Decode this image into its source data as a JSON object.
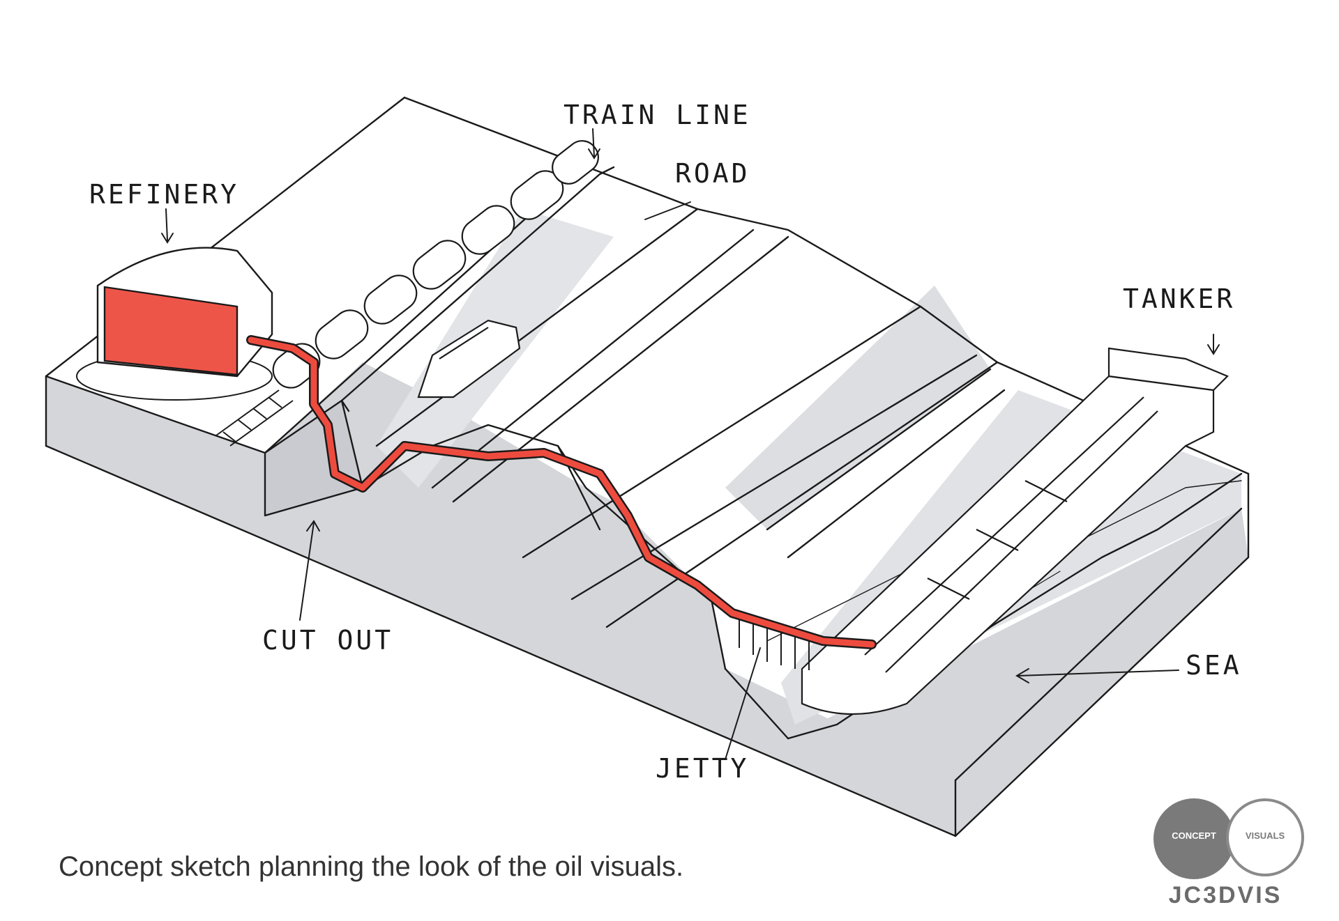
{
  "labels": {
    "refinery": "REFINERY",
    "train_line": "TRAIN LINE",
    "road": "ROAD",
    "tanker": "TANKER",
    "cut_out": "CUT OUT",
    "sea": "SEA",
    "jetty": "JETTY"
  },
  "caption": "Concept sketch planning the look of the oil visuals.",
  "logo": {
    "left_word": "CONCEPT",
    "right_word": "VISUALS",
    "brand": "JC3DVIS"
  },
  "colors": {
    "pipeline": "#ee4b3f",
    "refinery_fill": "#ee5549",
    "shadow": "#d4d6da",
    "ink": "#1a1a1a"
  }
}
